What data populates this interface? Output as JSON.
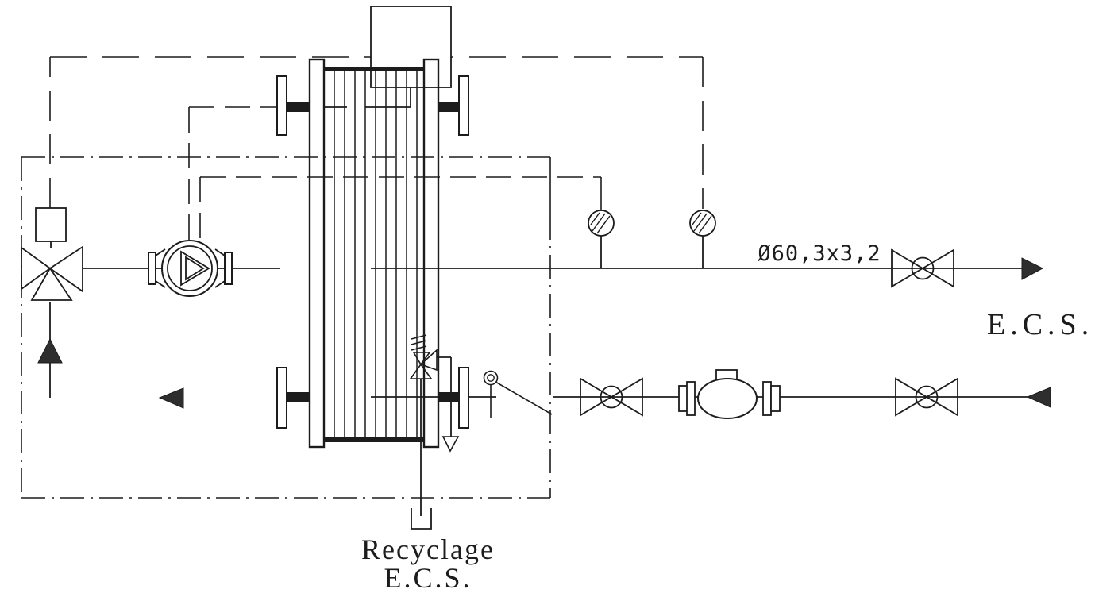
{
  "diagram": {
    "type": "piping-and-instrumentation-schematic",
    "labels": {
      "pipe_size": "Ø60,3x3,2",
      "ecs_outlet": "E.C.S.",
      "recycle_line1": "Recyclage",
      "recycle_line2": "E.C.S."
    },
    "colors": {
      "line": "#1c1c1c",
      "background": "#ffffff",
      "arrow_fill": "#2e2e2e"
    },
    "icons": [
      "plate-heat-exchanger-icon",
      "expansion-box-icon",
      "three-way-valve-icon",
      "valve-actuator-icon",
      "circulation-pump-icon",
      "thermometer-gauge-icon",
      "isolation-valve-icon",
      "water-meter-icon",
      "safety-relief-valve-icon",
      "drain-tundish-icon",
      "temperature-sensor-icon",
      "flow-arrow-icon"
    ]
  }
}
